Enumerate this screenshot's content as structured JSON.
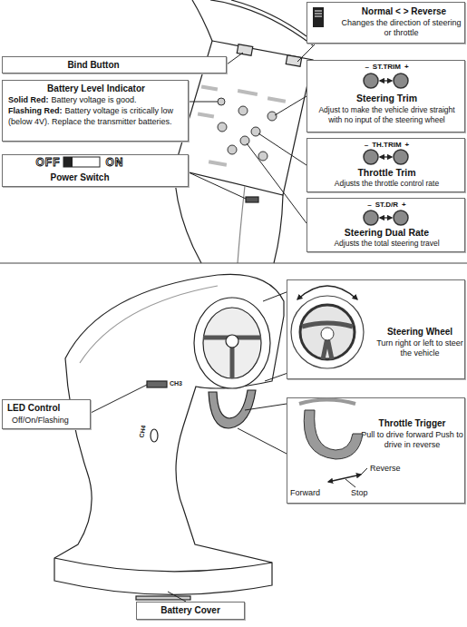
{
  "diagram": {
    "nodes": [
      {
        "text": [
          "Normal < > Reverse",
          "Changes the direction of steering or throttle"
        ]
      },
      {
        "text": [
          "Bind Button"
        ]
      },
      {
        "text": [
          "–",
          "ST.TRIM",
          "+",
          "Steering Trim",
          "Adjust to make the vehicle drive straight with no input of the steering wheel"
        ]
      },
      {
        "text": [
          "Battery Level Indicator",
          "Solid Red:",
          "Battery voltage is good.",
          "Flashing Red:",
          "Battery voltage is critically low (below 4V). Replace the transmitter batteries."
        ]
      },
      {
        "text": [
          "–",
          "TH.TRIM",
          "+",
          "Throttle Trim",
          "Adjusts the throttle control rate"
        ]
      },
      {
        "text": [
          "OFF",
          "ON",
          "Power Switch"
        ]
      },
      {
        "text": [
          "–",
          "ST.D/R",
          "+",
          "Steering Dual Rate",
          "Adjusts the total steering travel"
        ]
      },
      {
        "text": [
          "Steering Wheel",
          "Turn right or left to steer the vehicle"
        ]
      },
      {
        "text": [
          "LED Control",
          "Off/On/Flashing"
        ]
      },
      {
        "text": [
          "Throttle Trigger",
          "Pull to drive forward Push to drive in reverse",
          "Reverse",
          "Forward",
          "Stop"
        ]
      },
      {
        "text": [
          "Battery Cover"
        ]
      }
    ],
    "labels": [
      "CH3",
      "CH4"
    ]
  }
}
